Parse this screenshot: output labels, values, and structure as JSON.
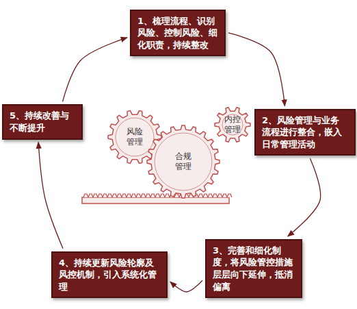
{
  "diagram": {
    "nodes": [
      {
        "text": [
          "1、梳理流程、识别风险、控制风险、细化职责，持续整改"
        ]
      },
      {
        "text": [
          "2、风险管理与业务流程进行整合，嵌入日常管理活动"
        ]
      },
      {
        "text": [
          "3、完善和细化制度，将风险管控措施层层向下延伸，抵消偏离"
        ]
      },
      {
        "text": [
          "4、持续更新风险轮廓及风控机制，引入系统化管理"
        ]
      },
      {
        "text": [
          "5、持续改善与不断提升"
        ]
      },
      {
        "text": [
          "风险管理"
        ]
      },
      {
        "text": [
          "合规管理"
        ]
      },
      {
        "text": [
          "内控管理"
        ]
      }
    ],
    "edges": [
      {
        "from": 0,
        "to": 1,
        "arrow": "to"
      },
      {
        "from": 1,
        "to": 2,
        "arrow": "to"
      },
      {
        "from": 2,
        "to": 3,
        "arrow": "to"
      },
      {
        "from": 3,
        "to": 4,
        "arrow": "to"
      },
      {
        "from": 4,
        "to": 0,
        "arrow": "to"
      }
    ]
  }
}
